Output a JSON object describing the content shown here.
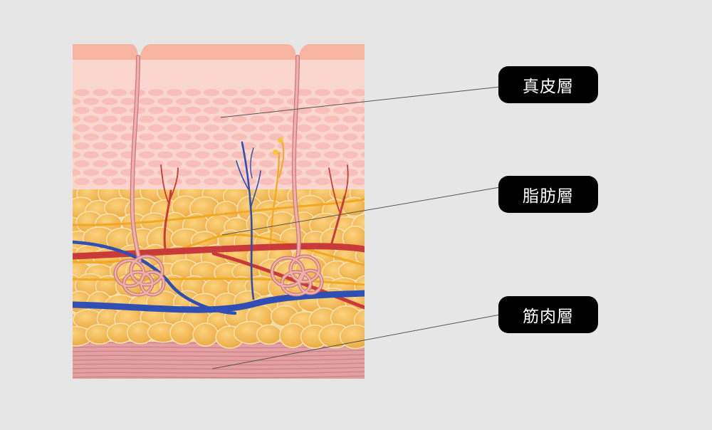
{
  "labels": {
    "dermis": "真皮層",
    "fat": "脂肪層",
    "muscle": "筋肉層"
  },
  "colors": {
    "background": "#e6e6e6",
    "epidermis": "#f7b4a0",
    "dermis": "#fbd6cf",
    "dermis_cells": "#f6b8b0",
    "fat_cell": "#f4bd5c",
    "fat_bg": "#f2d69a",
    "muscle": "#e3a0a2",
    "artery": "#c93a3a",
    "vein": "#2f4fb5",
    "nerve": "#f2a81f",
    "gland": "#e9a0a0",
    "leader_line": "#555555",
    "pill": "#000000",
    "pill_text": "#ffffff"
  }
}
